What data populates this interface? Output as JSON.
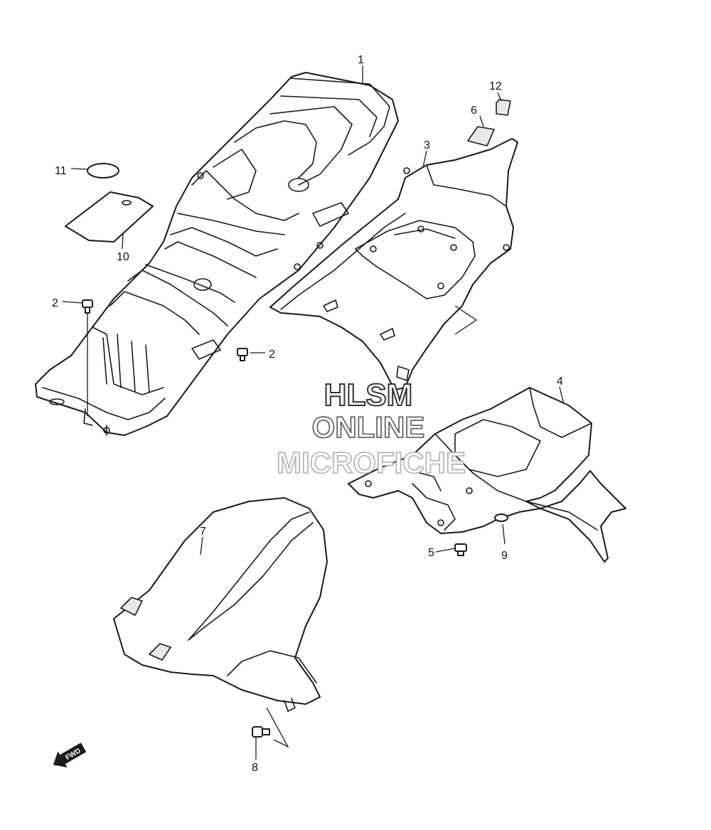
{
  "callouts": {
    "c1": "1",
    "c2a": "2",
    "c2b": "2",
    "c3": "3",
    "c4": "4",
    "c5": "5",
    "c6": "6",
    "c7": "7",
    "c8": "8",
    "c9": "9",
    "c10": "10",
    "c11": "11",
    "c12": "12"
  },
  "watermark": {
    "line1": "HLSM",
    "line2": "ONLINE",
    "line3": "MICROFICHE"
  },
  "direction_arrow": {
    "label": "FWD",
    "icon": "forward-arrow-icon"
  },
  "colors": {
    "line": "#1a1a1a",
    "background": "#ffffff",
    "watermark_stroke": "#333333"
  }
}
